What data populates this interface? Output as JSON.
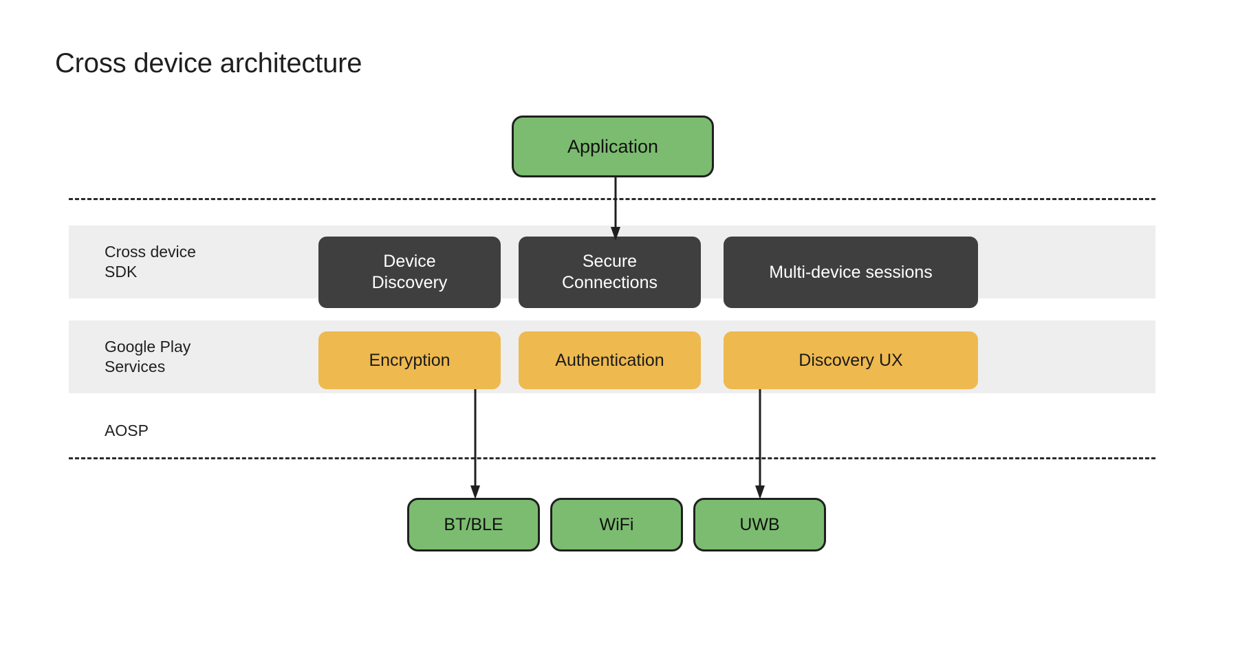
{
  "title": "Cross device architecture",
  "layers": {
    "sdk_label": "Cross device\nSDK",
    "gps_label": "Google Play\nServices",
    "aosp_label": "AOSP"
  },
  "nodes": {
    "application": "Application",
    "device_discovery": "Device\nDiscovery",
    "secure_connections": "Secure\nConnections",
    "multi_device_sessions": "Multi-device sessions",
    "encryption": "Encryption",
    "authentication": "Authentication",
    "discovery_ux": "Discovery UX",
    "bt_ble": "BT/BLE",
    "wifi": "WiFi",
    "uwb": "UWB"
  },
  "colors": {
    "green": "#7cbc70",
    "amber": "#eeb94f",
    "dark": "#3f3f3f",
    "band": "#eeeeee",
    "outline": "#1f1f1f",
    "background": "#ffffff"
  },
  "arrows": [
    {
      "from": "application",
      "to": "secure_connections"
    },
    {
      "from": "encryption",
      "to": "bt_ble"
    },
    {
      "from": "discovery_ux",
      "to": "uwb"
    }
  ]
}
